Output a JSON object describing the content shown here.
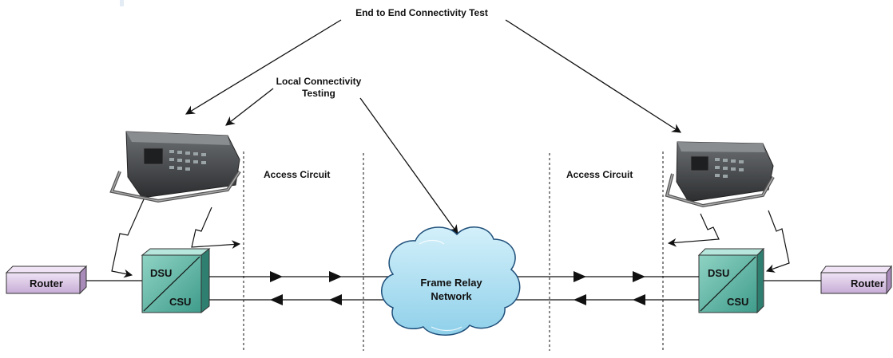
{
  "labels": {
    "end_to_end": "End to End Connectivity Test",
    "local_line1": "Local Connectivity",
    "local_line2": "Testing",
    "access_left": "Access Circuit",
    "access_right": "Access Circuit"
  },
  "left_router": {
    "label": "Router"
  },
  "right_router": {
    "label": "Router"
  },
  "left_unit": {
    "top": "DSU",
    "bottom": "CSU"
  },
  "right_unit": {
    "top": "DSU",
    "bottom": "CSU"
  },
  "network": {
    "line1": "Frame Relay",
    "line2": "Network"
  },
  "icons": {
    "tester": "portable-test-set-icon",
    "cloud": "network-cloud-icon",
    "router": "router-icon",
    "dsu_csu": "dsu-csu-icon"
  },
  "colors": {
    "router_fill": "#dcc7e6",
    "dsu_fill": "#62b8a8",
    "cloud_fill": "#aee0f2",
    "cloud_stroke": "#1f4f7a",
    "line": "#111111"
  }
}
